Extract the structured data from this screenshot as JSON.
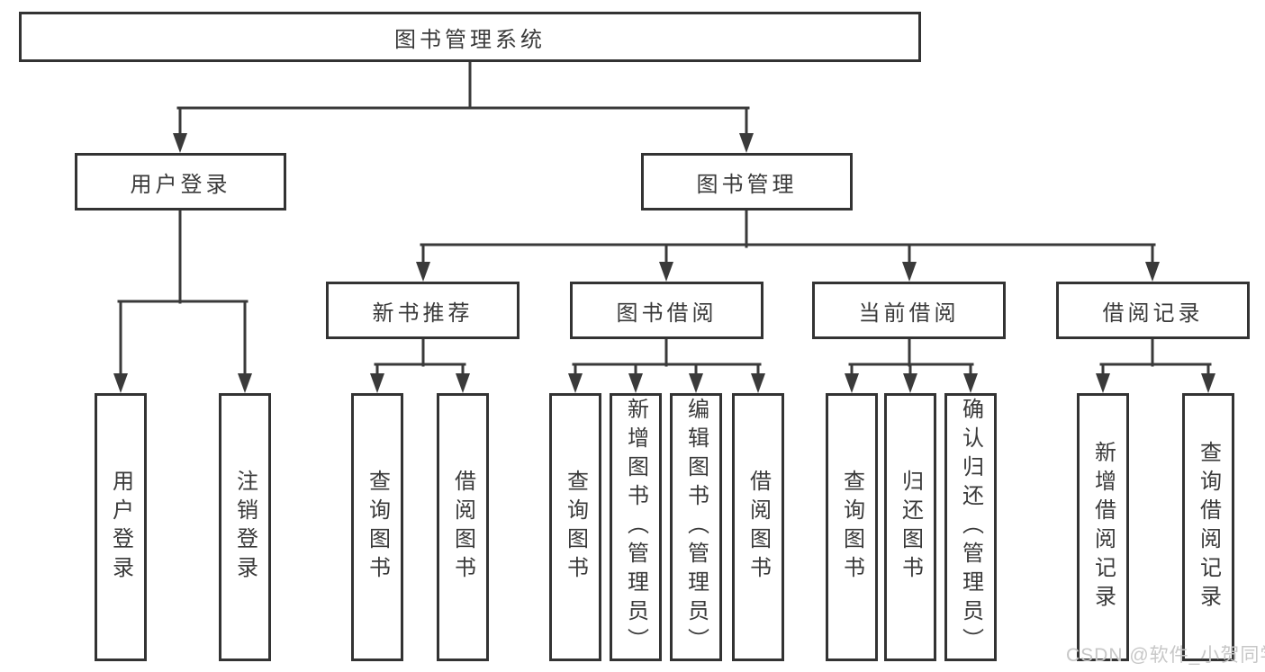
{
  "diagram": {
    "type": "hierarchy",
    "colors": {
      "background": "#ffffff",
      "line": "#3a3a3a",
      "box_border": "#333333",
      "text": "#3a3a3a",
      "watermark": "#c7c7c7"
    },
    "tree": {
      "label": "图书管理系统",
      "children": [
        {
          "label": "用户登录",
          "children": [
            {
              "label": "用户登录"
            },
            {
              "label": "注销登录"
            }
          ]
        },
        {
          "label": "图书管理",
          "children": [
            {
              "label": "新书推荐",
              "children": [
                {
                  "label": "查询图书"
                },
                {
                  "label": "借阅图书"
                }
              ]
            },
            {
              "label": "图书借阅",
              "children": [
                {
                  "label": "查询图书"
                },
                {
                  "label": "新增图书（管理员）"
                },
                {
                  "label": "编辑图书（管理员）"
                },
                {
                  "label": "借阅图书"
                }
              ]
            },
            {
              "label": "当前借阅",
              "children": [
                {
                  "label": "查询图书"
                },
                {
                  "label": "归还图书"
                },
                {
                  "label": "确认归还（管理员）"
                }
              ]
            },
            {
              "label": "借阅记录",
              "children": [
                {
                  "label": "新增借阅记录"
                },
                {
                  "label": "查询借阅记录"
                }
              ]
            }
          ]
        }
      ]
    },
    "watermark": "CSDN @软件_小贺同学"
  }
}
